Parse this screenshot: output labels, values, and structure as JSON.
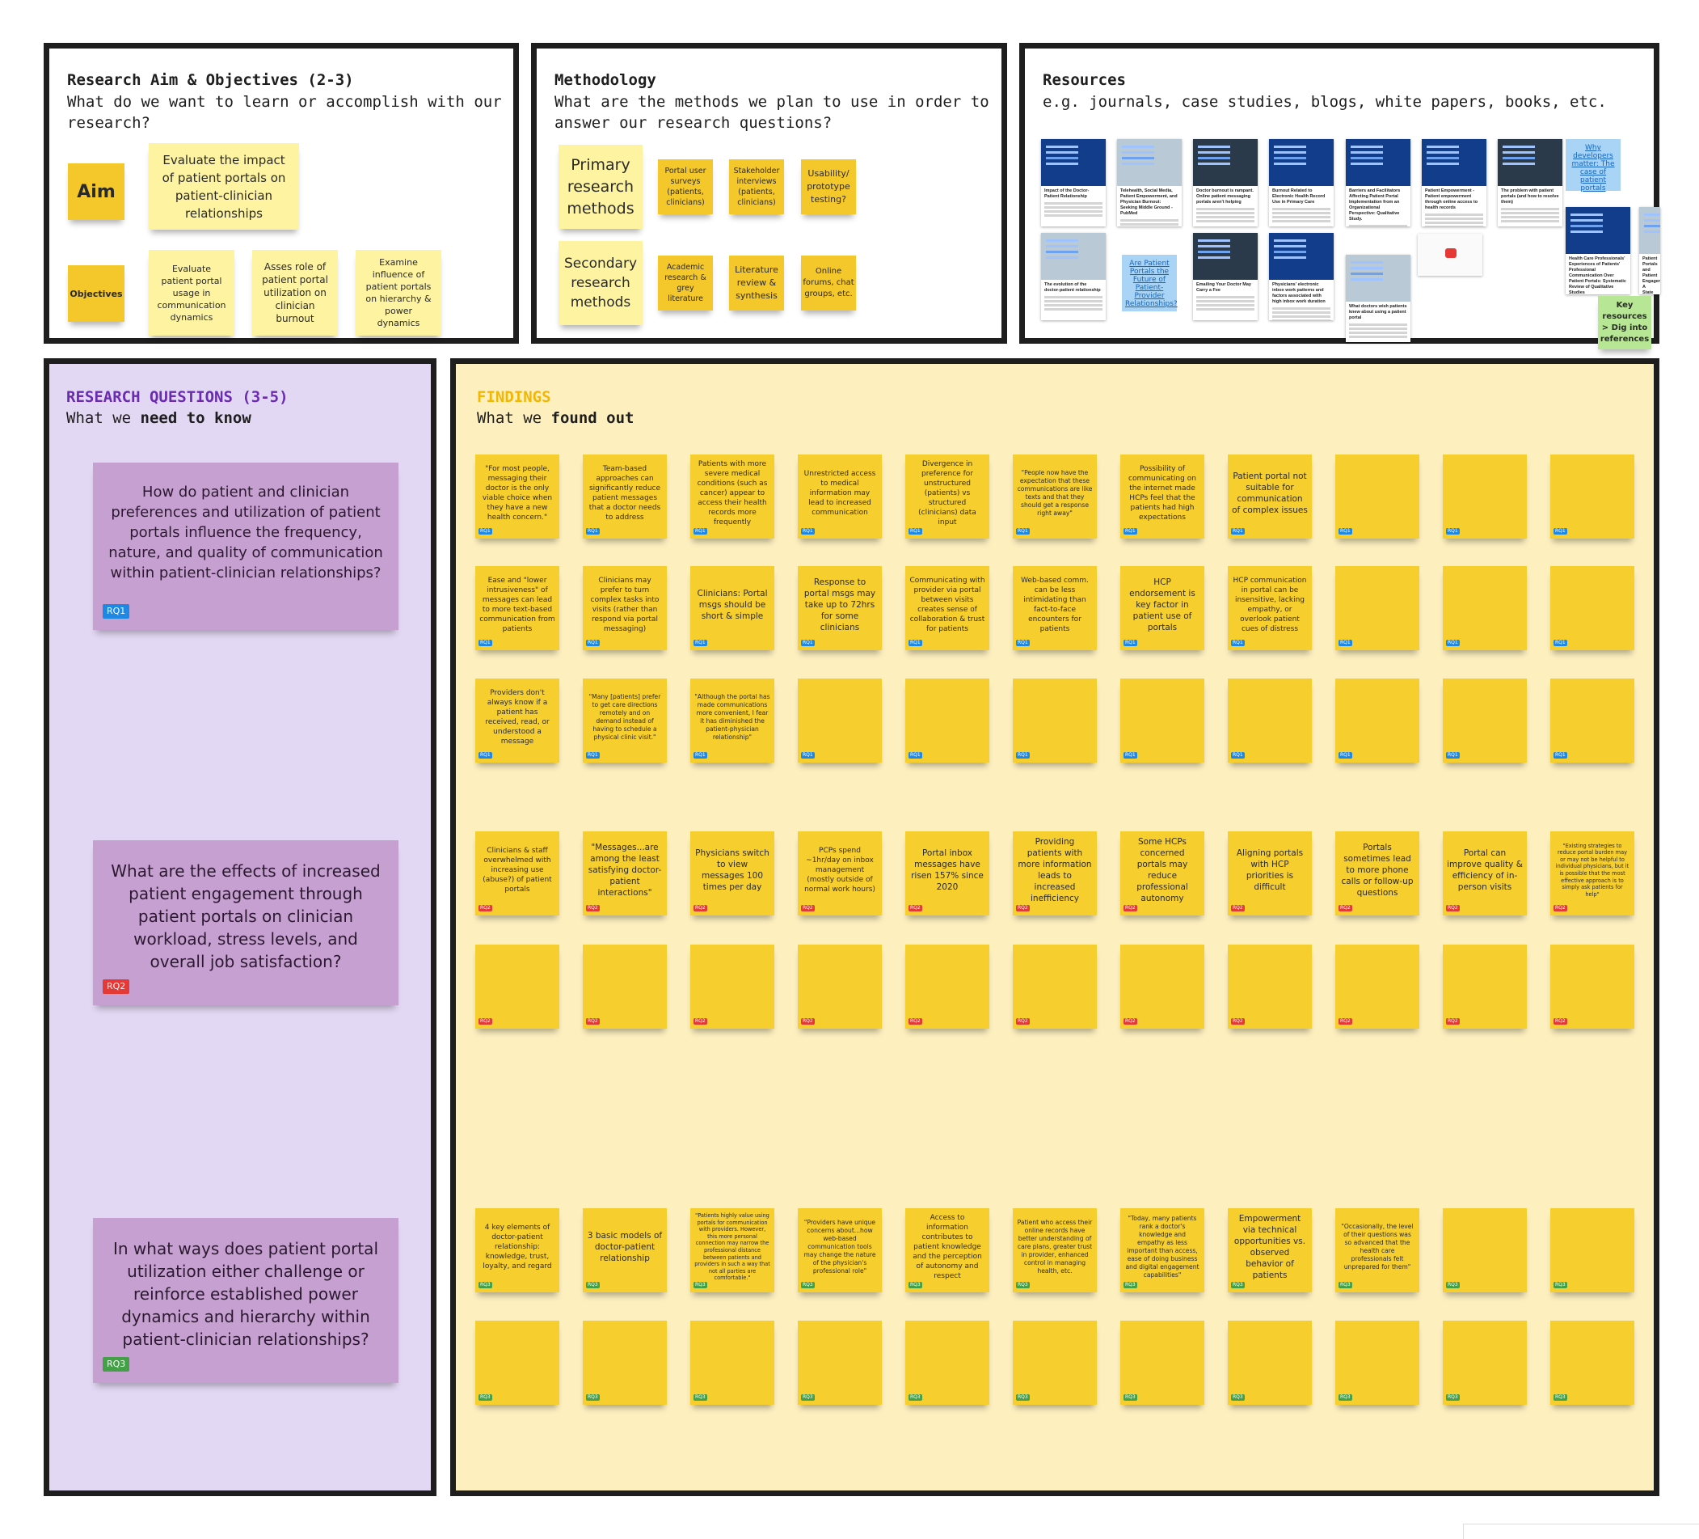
{
  "aim": {
    "title": "Research Aim & Objectives (2-3)",
    "subtitle": "What do we want to learn or accomplish with our research?",
    "aim_label": "Aim",
    "aim_text": "Evaluate the impact of patient portals on patient-clinician relationships",
    "objectives_label": "Objectives",
    "objectives": [
      "Evaluate patient portal usage in communication dynamics",
      "Asses role of patient portal utilization on clinician burnout",
      "Examine influence of patient portals on hierarchy & power dynamics"
    ]
  },
  "methodology": {
    "title": "Methodology",
    "subtitle": "What are the methods we plan to use in order to answer our research questions?",
    "primary_label": "Primary research methods",
    "primary": [
      "Portal user surveys (patients, clinicians)",
      "Stakeholder interviews (patients, clinicians)",
      "Usability/ prototype testing?"
    ],
    "secondary_label": "Secondary research methods",
    "secondary": [
      "Academic research & grey literature",
      "Literature review & synthesis",
      "Online forums, chat groups, etc."
    ]
  },
  "resources": {
    "title": "Resources",
    "subtitle": "e.g. journals, case studies, blogs, white papers, books, etc.",
    "cards": [
      {
        "title": "Impact of the Doctor-Patient Relationship",
        "img": "blue"
      },
      {
        "title": "Telehealth, Social Media, Patient Empowerment, and Physician Burnout: Seeking Middle Ground - PubMed",
        "img": "photo"
      },
      {
        "title": "Doctor burnout is rampant. Online patient messaging portals aren't helping",
        "img": "dark"
      },
      {
        "title": "Burnout Related to Electronic Health Record Use in Primary Care",
        "img": "blue"
      },
      {
        "title": "Barriers and Facilitators Affecting Patient Portal Implementation from an Organizational Perspective: Qualitative Study.",
        "img": "blue"
      },
      {
        "title": "Patient Empowerment - Patient empowerment through online access to health records",
        "img": "blue"
      },
      {
        "title": "The problem with patient portals (and how to resolve them)",
        "img": "dark"
      },
      {
        "title": "The evolution of the doctor-patient relationship",
        "img": "photo"
      },
      {
        "title": "Emailing Your Doctor May Carry a Fee",
        "img": "dark"
      },
      {
        "title": "Physicians' electronic inbox work patterns and factors associated with high inbox work duration",
        "img": "blue"
      },
      {
        "title": "What doctors wish patients knew about using a patient portal",
        "img": "photo"
      },
      {
        "title": "Health Care Professionals' Experiences of Patients' Professional Communication Over Patient Portals: Systematic Review of Qualitative Studies",
        "img": "blue"
      },
      {
        "title": "Patient Portals and Patient Engagement: A State of the Science Review",
        "img": "photo"
      }
    ],
    "links": [
      "Why developers matter: The case of patient portals",
      "Are Patient Portals the Future of Patient-Provider Relationships?"
    ],
    "key_note": "Key resources > Dig into references"
  },
  "research_questions": {
    "title": "RESEARCH QUESTIONS (3-5)",
    "subtitle_pre": "What we ",
    "subtitle_bold": "need to know",
    "items": [
      {
        "text": "How do patient and clinician preferences and utilization of patient portals influence the frequency, nature, and quality of communication within patient-clinician relationships?",
        "tag": "RQ1"
      },
      {
        "text": "What are the effects of increased patient engagement through patient portals on clinician workload, stress levels, and overall job satisfaction?",
        "tag": "RQ2"
      },
      {
        "text": "In what ways does patient portal utilization either challenge or reinforce established power dynamics and hierarchy within patient-clinician relationships?",
        "tag": "RQ3"
      }
    ]
  },
  "findings": {
    "title": "FINDINGS",
    "subtitle_pre": "What we ",
    "subtitle_bold": "found out",
    "rows": [
      {
        "tag": "RQ1",
        "notes": [
          "\"For most people, messaging their doctor is the only viable choice when they have a new health concern.\"",
          "Team-based approaches can significantly reduce patient messages that a doctor needs to address",
          "Patients with more severe medical conditions (such as cancer) appear to access their health records more frequently",
          "Unrestricted access to medical information may lead to increased communication",
          "Divergence in preference for unstructured (patients) vs structured (clinicians) data input",
          "\"People now have the expectation that these communications are like texts and that they should get a response right away\"",
          "Possibility of communicating on the internet made HCPs feel that the patients had high expectations",
          "Patient portal not suitable for communication of complex issues",
          "",
          "",
          ""
        ]
      },
      {
        "tag": "RQ1",
        "notes": [
          "Ease and \"lower intrusiveness\" of messages can lead to more text-based communication from patients",
          "Clinicians may prefer to turn complex tasks into visits (rather than respond via portal messaging)",
          "Clinicians: Portal msgs should be short & simple",
          "Response to portal msgs may take up to 72hrs for some clinicians",
          "Communicating with provider via portal between visits creates sense of collaboration & trust for patients",
          "Web-based comm. can be less intimidating than fact-to-face encounters for patients",
          "HCP endorsement is key factor in patient use of portals",
          "HCP communication in portal can be insensitive, lacking empathy, or overlook patient cues of distress",
          "",
          "",
          ""
        ]
      },
      {
        "tag": "RQ1",
        "notes": [
          "Providers don't always know if a patient has received, read, or understood a message",
          "\"Many [patients] prefer to get care directions remotely and on demand instead of having to schedule a physical clinic visit.\"",
          "\"Although the portal has made communications more convenient, I fear it has diminished the patient-physician relationship\"",
          "",
          "",
          "",
          "",
          "",
          "",
          "",
          ""
        ]
      },
      {
        "tag": "RQ2",
        "notes": [
          "Clinicians & staff overwhelmed with increasing use (abuse?) of patient portals",
          "\"Messages...are among the least satisfying doctor-patient interactions\"",
          "Physicians switch to view messages 100 times per day",
          "PCPs spend ~1hr/day on inbox management (mostly outside of normal work hours)",
          "Portal inbox messages have risen 157% since 2020",
          "Providing patients with more information leads to increased inefficiency",
          "Some HCPs concerned portals may reduce professional autonomy",
          "Aligning portals with HCP priorities is difficult",
          "Portals sometimes lead to more phone calls or follow-up questions",
          "Portal can improve quality & efficiency of in-person visits",
          "\"Existing strategies to reduce portal burden may or may not be helpful to individual physicians, but it is possible that the most effective approach is to simply ask patients for help\""
        ]
      },
      {
        "tag": "RQ2",
        "notes": [
          "",
          "",
          "",
          "",
          "",
          "",
          "",
          "",
          "",
          "",
          ""
        ]
      },
      {
        "tag": "RQ3",
        "notes": [
          "4 key elements of doctor-patient relationship: knowledge, trust, loyalty, and regard",
          "3 basic models of doctor-patient relationship",
          "\"Patients highly value using portals for communication with providers. However, this more personal connection may narrow the professional distance between patients and providers in such a way that not all parties are comfortable.\"",
          "\"Providers have unique concerns about...how web-based communication tools may change the nature of the physician's professional role\"",
          "Access to information contributes to patient knowledge and the perception of autonomy and respect",
          "Patient who access their online records have better understanding of care plans, greater trust in provider, enhanced control in managing health, etc.",
          "\"Today, many patients rank a doctor's knowledge and empathy as less important than access, ease of doing business and digital engagement capabilities\"",
          "Empowerment via technical opportunities vs. observed behavior of patients",
          "\"Occasionally, the level of their questions was so advanced that the health care professionals felt unprepared for them\"",
          "",
          ""
        ]
      },
      {
        "tag": "RQ3",
        "notes": [
          "",
          "",
          "",
          "",
          "",
          "",
          "",
          "",
          "",
          "",
          ""
        ]
      }
    ]
  }
}
